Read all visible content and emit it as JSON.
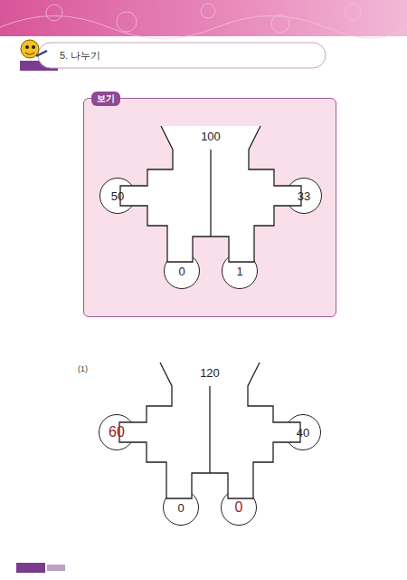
{
  "diagram": {
    "title": "5. 나누기",
    "nodes": [
      {
        "text": [
          "보기"
        ]
      },
      {
        "text": [
          "100"
        ],
        "in": 0
      },
      {
        "text": [
          "50"
        ],
        "in": 1
      },
      {
        "text": [
          "33"
        ],
        "in": 1
      },
      {
        "text": [
          "0"
        ],
        "in": 1
      },
      {
        "text": [
          "1"
        ],
        "in": 1
      },
      {
        "text": [
          "120"
        ]
      },
      {
        "text": [
          "60"
        ],
        "in": 6
      },
      {
        "text": [
          "40"
        ],
        "in": 6
      },
      {
        "text": [
          "0"
        ],
        "in": 6
      },
      {
        "text": [
          "0"
        ],
        "in": 6
      }
    ],
    "labels": [
      "(1)"
    ]
  }
}
